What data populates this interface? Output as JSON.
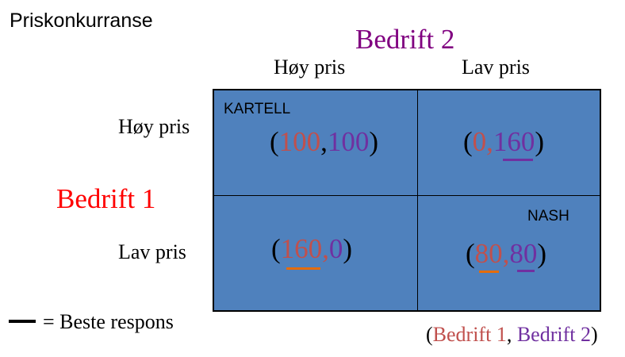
{
  "title": "Priskonkurranse",
  "player2": "Bedrift 2",
  "player1": "Bedrift 1",
  "columns": [
    "Høy pris",
    "Lav pris"
  ],
  "rows": [
    "Høy pris",
    "Lav pris"
  ],
  "cells": {
    "hh": {
      "tag": "KARTELL",
      "p1": "100",
      "sep": ",",
      "p2": "100",
      "open": "(",
      "close": ")"
    },
    "hl": {
      "p1": "0,",
      "p2": "160",
      "open": "(",
      "close": ")"
    },
    "lh": {
      "p1": "160,",
      "p2": "0",
      "open": "(",
      "close": ")"
    },
    "ll": {
      "tag": "NASH",
      "p1": "80,",
      "p2": "80",
      "open": "(",
      "close": ")"
    }
  },
  "legend": "= Beste respons",
  "footer": {
    "open": "(",
    "p1": "Bedrift 1",
    "sep": ", ",
    "p2": "Bedrift 2",
    "close": ")"
  },
  "colors": {
    "player1_title": "#ff0000",
    "player2_title": "#800080",
    "p1_payoff": "#c0504d",
    "p2_payoff": "#7030a0",
    "matrix_fill": "#4f81bd",
    "best_response_p1": "#e46c0a",
    "best_response_p2": "#7030a0"
  }
}
